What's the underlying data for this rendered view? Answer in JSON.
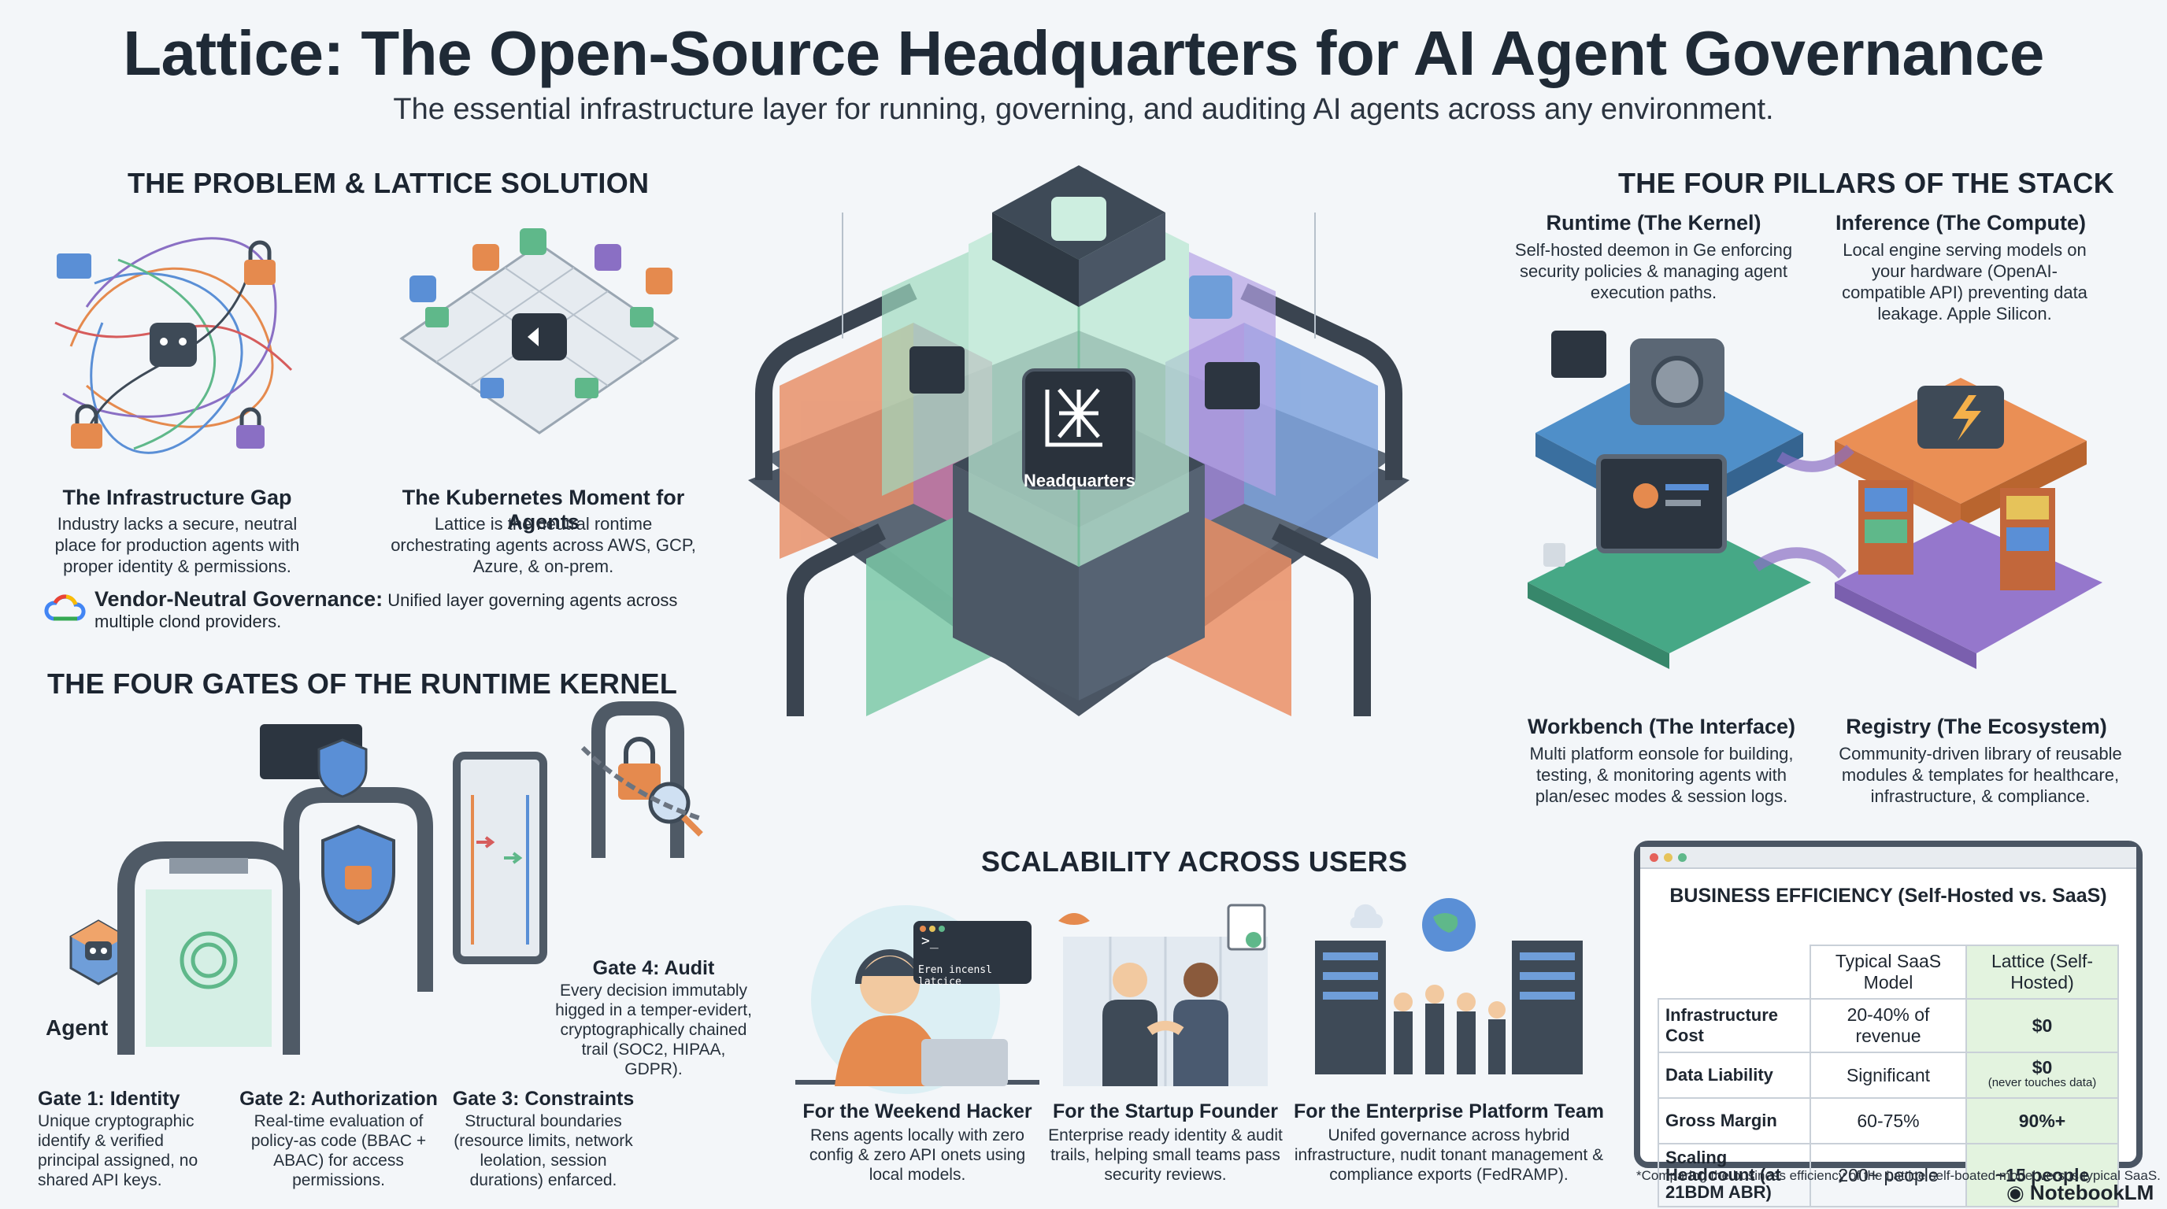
{
  "header": {
    "title": "Lattice: The Open-Source Headquarters for AI Agent Governance",
    "subtitle": "The essential infrastructure layer for running, governing, and auditing AI agents across any environment."
  },
  "problem": {
    "heading": "THE PROBLEM & LATTICE SOLUTION",
    "gap_title": "The Infrastructure Gap",
    "gap_desc": "Industry lacks a secure, neutral place for production agents with proper identity & permissions.",
    "k8s_title": "The Kubernetes Moment for Agents",
    "k8s_desc": "Lattice is the neutral rontime orchestrating agents across AWS, GCP, Azure, & on-prem.",
    "vendor_title": "Vendor-Neutral Governance:",
    "vendor_desc": "Unified layer governing agents across multiple clond providers."
  },
  "gates": {
    "heading": "THE FOUR GATES OF THE RUNTIME KERNEL",
    "agent_label": "Agent",
    "gate1_title": "Gate 1: Identity",
    "gate1_desc": "Unique cryptographic identify & verified principal assigned, no shared API keys.",
    "gate2_title": "Gate 2: Authorization",
    "gate2_desc": "Real-time evaluation of policy-as code (BBAC + ABAC) for access permissions.",
    "gate3_title": "Gate 3: Constraints",
    "gate3_desc": "Structural boundaries (resource limits, network leolation, session durations) enfarced.",
    "gate4_title": "Gate 4: Audit",
    "gate4_desc": "Every decision immutably higged in a temper-evidert, cryptographically chained trail (SOC2, HIPAA, GDPR)."
  },
  "hq": {
    "label": "Neadquarters"
  },
  "pillars": {
    "heading": "THE FOUR PILLARS OF THE STACK",
    "runtime_title": "Runtime (The Kernel)",
    "runtime_desc": "Self-hosted deemon in Ge enforcing security policies & managing agent execution paths.",
    "inference_title": "Inference (The Compute)",
    "inference_desc": "Local engine serving models on your hardware (OpenAI-compatible API) preventing data leakage. Apple Silicon.",
    "workbench_title": "Workbench (The Interface)",
    "workbench_desc": "Multi platform eonsole for building, testing, & monitoring agents with plan/esec modes & session logs.",
    "registry_title": "Registry (The Ecosystem)",
    "registry_desc": "Community-driven library of reusable modules & templates for healthcare, infrastructure, & compliance."
  },
  "scalability": {
    "heading": "SCALABILITY ACROSS USERS",
    "terminal_prompt": ">_",
    "terminal_text": "Eren incensl latcice",
    "hacker_title": "For the Weekend Hacker",
    "hacker_desc": "Rens agents locally with zero config & zero API onets using local models.",
    "startup_title": "For the Startup Founder",
    "startup_desc": "Enterprise ready identity & audit trails, helping small teams pass security reviews.",
    "enterprise_title": "For the Enterprise Platform Team",
    "enterprise_desc": "Unifed governance across hybrid infrastructure, nudit tonant management & compliance exports (FedRAMP)."
  },
  "efficiency": {
    "title": "BUSINESS EFFICIENCY (Self-Hosted vs. SaaS)",
    "col_saas": "Typical SaaS Model",
    "col_lattice": "Lattice (Self-Hosted)",
    "rows": [
      {
        "label": "Infrastructure Cost",
        "saas": "20-40% of revenue",
        "lattice": "$0",
        "note": ""
      },
      {
        "label": "Data Liability",
        "saas": "Significant",
        "lattice": "$0",
        "note": "(never touches data)"
      },
      {
        "label": "Gross Margin",
        "saas": "60-75%",
        "lattice": "90%+",
        "note": ""
      },
      {
        "label": "Scaling Headcount (at 21BDM ABR)",
        "saas": "200+ people",
        "lattice": "~15 people",
        "note": ""
      }
    ],
    "footnote": "*Comparing the business efficiency of the Lattice self-boated model versus typical SaaS."
  },
  "brand": "NotebookLM",
  "colors": {
    "green": "#5fb88a",
    "orange": "#e58a4e",
    "purple": "#8a6fc4",
    "blue": "#5a8fd6",
    "dark": "#3e4a57"
  }
}
